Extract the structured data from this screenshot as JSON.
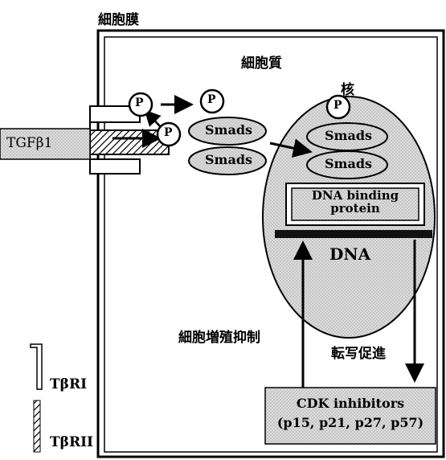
{
  "labels": {
    "membrane": "細胞膜",
    "cytoplasm": "細胞質",
    "nucleus": "核",
    "ligand": "TGFβ1",
    "phosphate": "P",
    "smads": "Smads",
    "dna_binding_line1": "DNA binding",
    "dna_binding_line2": "protein",
    "dna": "DNA",
    "proliferation": "細胞増殖抑制",
    "transcription": "転写促進",
    "cdk_line1": "CDK inhibitors",
    "cdk_line2": "(p15, p21, p27, p57)",
    "receptor1": "TβRI",
    "receptor2": "TβRII"
  },
  "colors": {
    "smad_fill": "#bdbdbd",
    "nucleus_fill": "#d6d6d6",
    "box_fill": "#e8e8e8",
    "dna_bar": "#111111",
    "stroke": "#000000"
  }
}
